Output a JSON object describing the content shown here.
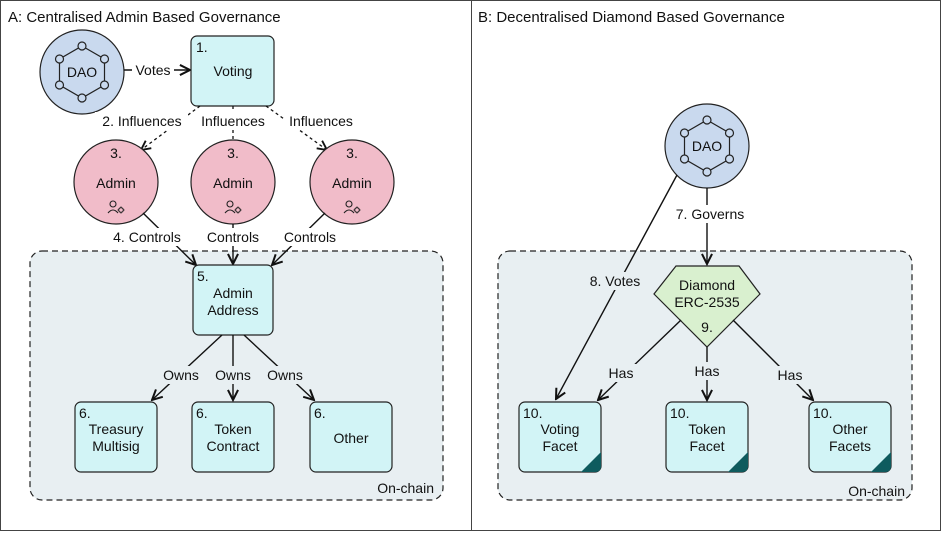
{
  "panel_a": {
    "title": "A: Centralised Admin Based Governance",
    "dao_label": "DAO",
    "votes_label": "Votes",
    "voting": {
      "num": "1.",
      "label": "Voting"
    },
    "influences": [
      "2. Influences",
      "Influences",
      "Influences"
    ],
    "admins": [
      {
        "num": "3.",
        "label": "Admin"
      },
      {
        "num": "3.",
        "label": "Admin"
      },
      {
        "num": "3.",
        "label": "Admin"
      }
    ],
    "controls": [
      "4. Controls",
      "Controls",
      "Controls"
    ],
    "admin_address": {
      "num": "5.",
      "line1": "Admin",
      "line2": "Address"
    },
    "owns": [
      "Owns",
      "Owns",
      "Owns"
    ],
    "assets": [
      {
        "num": "6.",
        "line1": "Treasury",
        "line2": "Multisig"
      },
      {
        "num": "6.",
        "line1": "Token",
        "line2": "Contract"
      },
      {
        "num": "6.",
        "line1": "Other",
        "line2": ""
      }
    ],
    "onchain_label": "On-chain"
  },
  "panel_b": {
    "title": "B: Decentralised Diamond Based Governance",
    "dao_label": "DAO",
    "governs_label": "7. Governs",
    "votes_label": "8. Votes",
    "diamond": {
      "line1": "Diamond",
      "line2": "ERC-2535",
      "num": "9."
    },
    "has_labels": [
      "Has",
      "Has",
      "Has"
    ],
    "facets": [
      {
        "num": "10.",
        "line1": "Voting",
        "line2": "Facet"
      },
      {
        "num": "10.",
        "line1": "Token",
        "line2": "Facet"
      },
      {
        "num": "10.",
        "line1": "Other",
        "line2": "Facets"
      }
    ],
    "onchain_label": "On-chain"
  },
  "colors": {
    "dao_fill": "#c9d9ee",
    "node_fill": "#d2f4f6",
    "admin_fill": "#f1bcc9",
    "diamond_fill": "#d9f0cf",
    "onchain_fill": "#e8eff2",
    "corner_fill": "#0e5b5e",
    "stroke": "#222222"
  },
  "icons": [
    "hexagon-network-icon",
    "user-gear-icon"
  ]
}
